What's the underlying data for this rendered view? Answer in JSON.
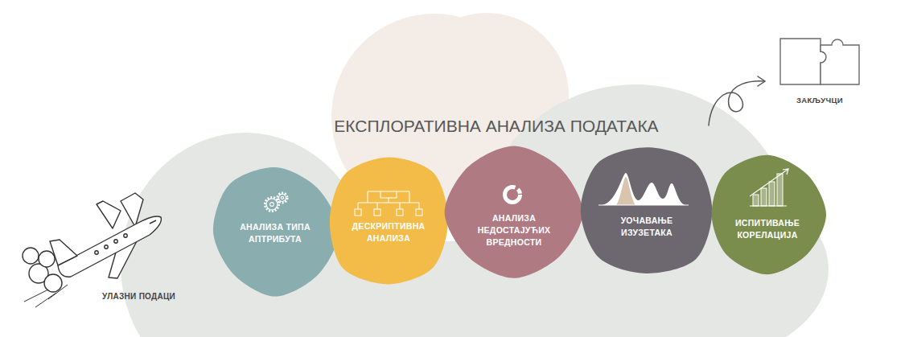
{
  "diagram": {
    "title": "ЕКСПЛОРАТИВНА АНАЛИЗА ПОДАТАКА",
    "nodes": [
      {
        "text": [
          "АНАЛИЗА ТИПА АПТРИБУТА"
        ]
      },
      {
        "text": [
          "ДЕСКРИПТИВНА АНАЛИЗА"
        ]
      },
      {
        "text": [
          "АНАЛИЗА НЕДОСТАЈУЋИХ ВРЕДНОСТИ"
        ]
      },
      {
        "text": [
          "УОЧАВАЊЕ ИЗУЗЕТАКА"
        ]
      },
      {
        "text": [
          "ИСПИТИВАЊЕ КОРЕЛАЦИЈА"
        ]
      }
    ],
    "labels": [
      "ЗАКЉУЧЦИ",
      "УЛАЗНИ ПОДАЦИ"
    ]
  }
}
